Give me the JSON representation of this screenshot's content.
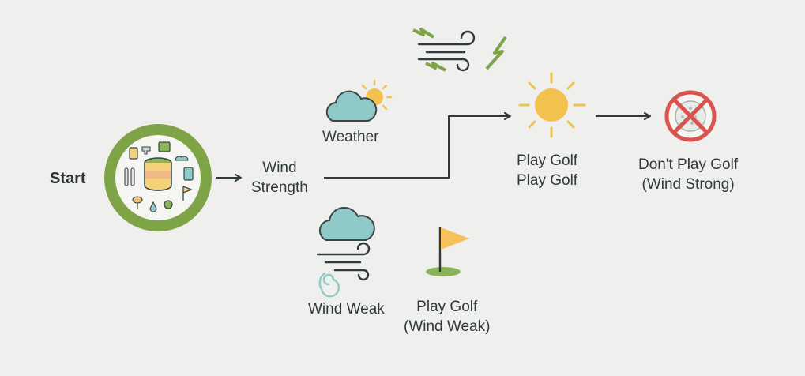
{
  "labels": {
    "start": "Start",
    "wind_strength_line1": "Wind",
    "wind_strength_line2": "Strength",
    "weather": "Weather",
    "play_golf_line1": "Play Golf",
    "play_golf_line2": "Play Golf",
    "dont_play_line1": "Don't Play Golf",
    "dont_play_line2": "(Wind Strong)",
    "wind_weak": "Wind Weak",
    "play_golf_weak_line1": "Play Golf",
    "play_golf_weak_line2": "(Wind Weak)"
  },
  "colors": {
    "background": "#efefed",
    "start_ring": "#7ea447",
    "sun": "#f2c14e",
    "cloud": "#8fc9c8",
    "lightning": "#7ea447",
    "no_sign": "#d9534f",
    "arrow": "#2f3a3a",
    "flag": "#f5c25a",
    "grass": "#7ea447"
  },
  "icons": [
    "database-icon",
    "storm-wind-icon",
    "cloud-sun-icon",
    "sun-icon",
    "no-golf-icon",
    "cloud-wind-icon",
    "golf-flag-icon"
  ]
}
